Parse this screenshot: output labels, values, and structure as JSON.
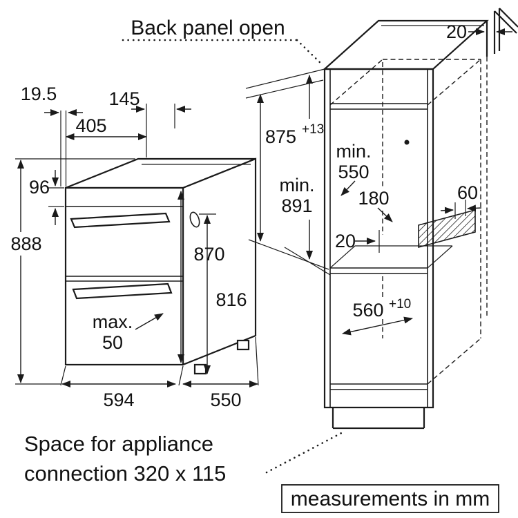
{
  "colors": {
    "line": "#1a1a1a",
    "background": "#ffffff"
  },
  "diagram": {
    "title": "Back panel open",
    "units_note": "measurements in mm",
    "space_note_line1": "Space for appliance",
    "space_note_line2": "connection 320 x 115",
    "dims": {
      "gap_top_20": "20",
      "offset_19_5": "19.5",
      "top_405": "405",
      "top_145": "145",
      "height_96": "96",
      "height_888": "888",
      "niche_875": "875",
      "niche_875_tol": "+13",
      "min_word_a": "min.",
      "min_891": "891",
      "min_word_b": "min.",
      "min_550": "550",
      "depth_180": "180",
      "width_60": "60",
      "gap_mid_20": "20",
      "height_870": "870",
      "height_816": "816",
      "max_word": "max.",
      "max_50": "50",
      "width_594": "594",
      "depth_550": "550",
      "depth_560": "560",
      "depth_560_tol": "+10"
    }
  }
}
